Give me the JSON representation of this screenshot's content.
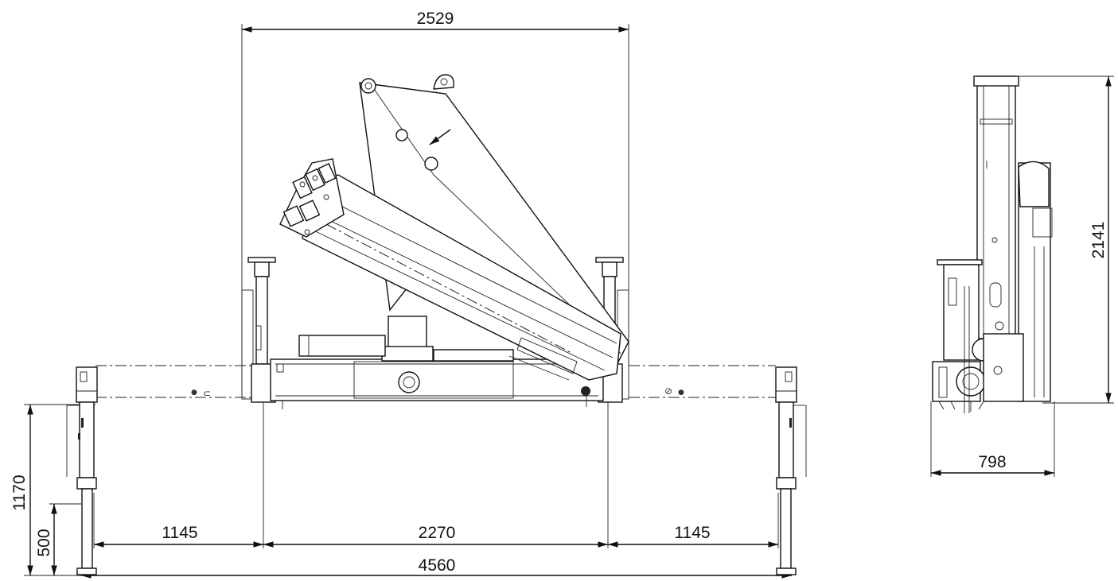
{
  "drawing": {
    "dimensions": {
      "overall_width": "2529",
      "side_height": "2141",
      "side_width": "798",
      "outrigger_height": "1170",
      "outrigger_clearance": "500",
      "left_span": "1145",
      "center_span": "2270",
      "right_span": "1145",
      "total_span": "4560"
    }
  }
}
